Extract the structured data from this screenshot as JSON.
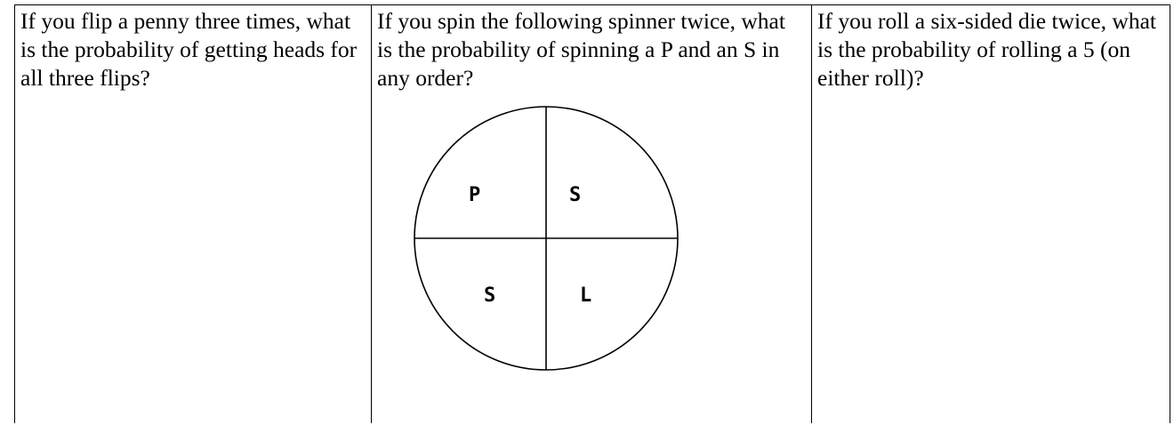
{
  "questions": [
    {
      "text": "If you flip a penny three times, what is the probability of getting heads for all three flips?"
    },
    {
      "text": "If you spin the following spinner twice, what is the probability of spinning a P and an S in any order?",
      "spinner": {
        "sectors": [
          {
            "label": "P"
          },
          {
            "label": "S"
          },
          {
            "label": "S"
          },
          {
            "label": "L"
          }
        ]
      }
    },
    {
      "text": "If you roll a six-sided die twice, what is the probability of rolling a 5 (on either roll)?"
    }
  ]
}
